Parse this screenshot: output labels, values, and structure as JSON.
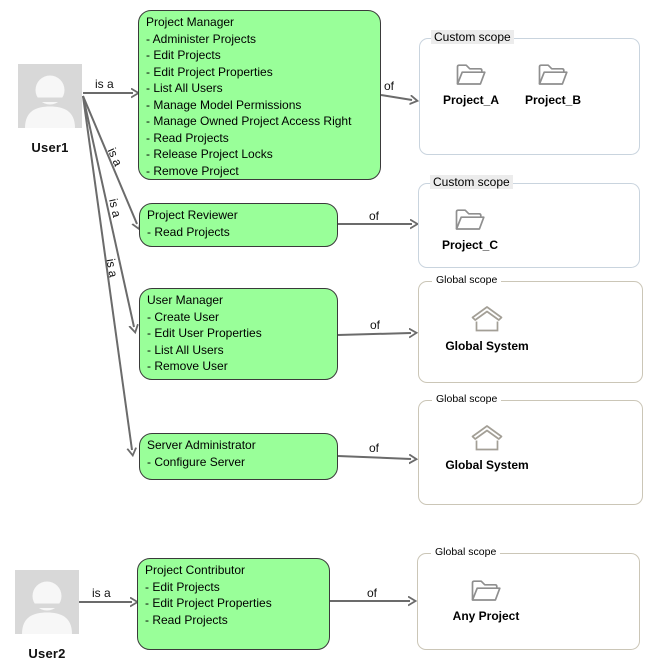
{
  "users": [
    {
      "name": "User1"
    },
    {
      "name": "User2"
    }
  ],
  "roles": [
    {
      "name": "Project Manager",
      "permissions": [
        "- Administer Projects",
        "- Edit Projects",
        "- Edit Project Properties",
        "- List All Users",
        "- Manage Model Permissions",
        "- Manage Owned Project Access Right",
        "- Read Projects",
        "- Release Project Locks",
        "- Remove Project"
      ]
    },
    {
      "name": "Project Reviewer",
      "permissions": [
        "- Read Projects"
      ]
    },
    {
      "name": "User Manager",
      "permissions": [
        "- Create User",
        "- Edit User Properties",
        "- List All Users",
        "- Remove User"
      ]
    },
    {
      "name": "Server Administrator",
      "permissions": [
        "- Configure Server"
      ]
    },
    {
      "name": "Project Contributor",
      "permissions": [
        "- Edit Projects",
        "- Edit Project Properties",
        "- Read Projects"
      ]
    }
  ],
  "scopes": [
    {
      "label": "Custom scope",
      "type": "custom",
      "items": [
        {
          "icon": "folder-icon",
          "name": "Project_A"
        },
        {
          "icon": "folder-icon",
          "name": "Project_B"
        }
      ]
    },
    {
      "label": "Custom scope",
      "type": "custom",
      "items": [
        {
          "icon": "folder-icon",
          "name": "Project_C"
        }
      ]
    },
    {
      "label": "Global scope",
      "type": "global",
      "items": [
        {
          "icon": "home-icon",
          "name": "Global System"
        }
      ]
    },
    {
      "label": "Global scope",
      "type": "global",
      "items": [
        {
          "icon": "home-icon",
          "name": "Global System"
        }
      ]
    },
    {
      "label": "Global scope",
      "type": "global",
      "items": [
        {
          "icon": "folder-icon",
          "name": "Any Project"
        }
      ]
    }
  ],
  "edges": {
    "is_a": [
      {
        "label": "is a",
        "from": "User1",
        "to": "Project Manager"
      },
      {
        "label": "is a",
        "from": "User1",
        "to": "Project Reviewer"
      },
      {
        "label": "is a",
        "from": "User1",
        "to": "User Manager"
      },
      {
        "label": "is a",
        "from": "User1",
        "to": "Server Administrator"
      },
      {
        "label": "is a",
        "from": "User2",
        "to": "Project Contributor"
      }
    ],
    "of": [
      {
        "label": "of",
        "from": "Project Manager",
        "to": "Custom scope (Project_A, Project_B)"
      },
      {
        "label": "of",
        "from": "Project Reviewer",
        "to": "Custom scope (Project_C)"
      },
      {
        "label": "of",
        "from": "User Manager",
        "to": "Global scope (Global System)"
      },
      {
        "label": "of",
        "from": "Server Administrator",
        "to": "Global scope (Global System)"
      },
      {
        "label": "of",
        "from": "Project Contributor",
        "to": "Global scope (Any Project)"
      }
    ]
  },
  "colors": {
    "role_fill": "#99ff99",
    "role_border": "#3a3a3a",
    "arrow": "#6b6b6b",
    "avatar_bg": "#d8d8d8",
    "avatar_fg": "#f7f7f7",
    "custom_scope_border": "#c9d4de",
    "global_scope_border": "#cbc6b7",
    "scope_label_bg": "#ececec",
    "folder_icon": "#8f8f8f",
    "home_icon": "#a39f96",
    "text": "#000000"
  }
}
